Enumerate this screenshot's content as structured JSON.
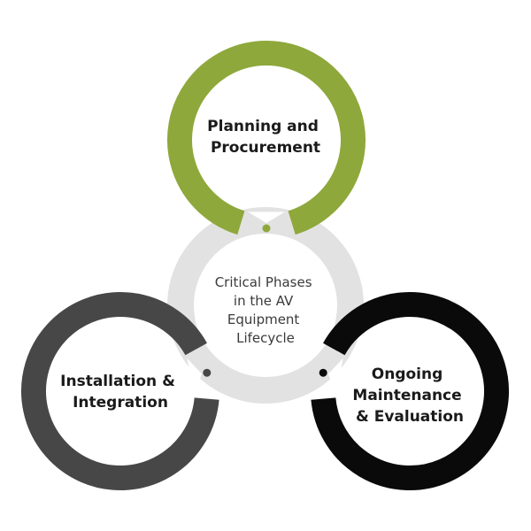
{
  "diagram": {
    "center": {
      "lines": [
        "Critical Phases",
        "in the AV",
        "Equipment",
        "Lifecycle"
      ],
      "ring_color": "#e2e2e2",
      "text_color": "#3a3a3a"
    },
    "phases": [
      {
        "lines": [
          "Planning and",
          "Procurement"
        ],
        "color": "#8ea83b",
        "text_color": "#1a1a1a"
      },
      {
        "lines": [
          "Installation &",
          "Integration"
        ],
        "color": "#474747",
        "text_color": "#1a1a1a"
      },
      {
        "lines": [
          "Ongoing",
          "Maintenance",
          "& Evaluation"
        ],
        "color": "#0a0a0a",
        "text_color": "#1a1a1a"
      }
    ]
  }
}
